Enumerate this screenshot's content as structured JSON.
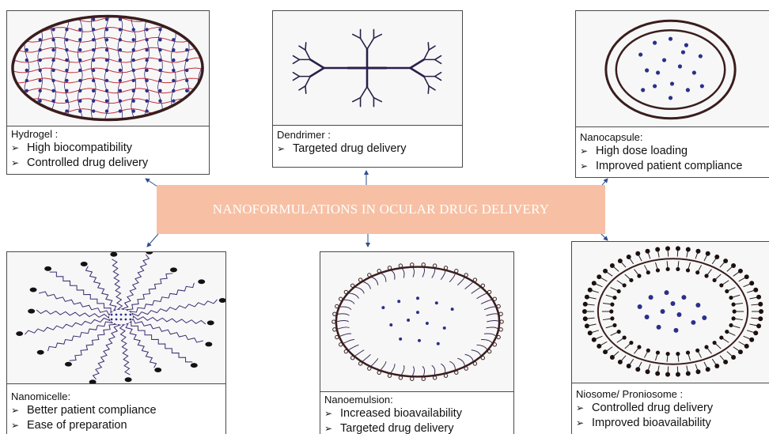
{
  "center": {
    "title": "NANOFORMULATIONS IN OCULAR DRUG DELIVERY"
  },
  "cards": [
    {
      "title": "Hydrogel :",
      "bullets": [
        "High biocompatibility",
        "Controlled drug delivery"
      ]
    },
    {
      "title": "Dendrimer :",
      "bullets": [
        "Targeted drug delivery"
      ]
    },
    {
      "title": "Nanocapsule:",
      "bullets": [
        "High dose loading",
        "Improved patient compliance"
      ]
    },
    {
      "title": "Nanomicelle:",
      "bullets": [
        "Better patient compliance",
        "Ease of preparation"
      ]
    },
    {
      "title": "Nanoemulsion:",
      "bullets": [
        "Increased bioavailability",
        "Targeted drug delivery"
      ]
    },
    {
      "title": "Niosome/ Proniosome :",
      "bullets": [
        "Controlled drug delivery",
        "Improved bioavailability"
      ]
    }
  ],
  "bullet_symbol": "➢",
  "colors": {
    "center_box": "#f7c0a4",
    "arrow": "#2c4f8a",
    "drawing_ink": "#2a1f4a",
    "mesh_red": "#c0303a",
    "dot_blue": "#2b2f8a"
  }
}
